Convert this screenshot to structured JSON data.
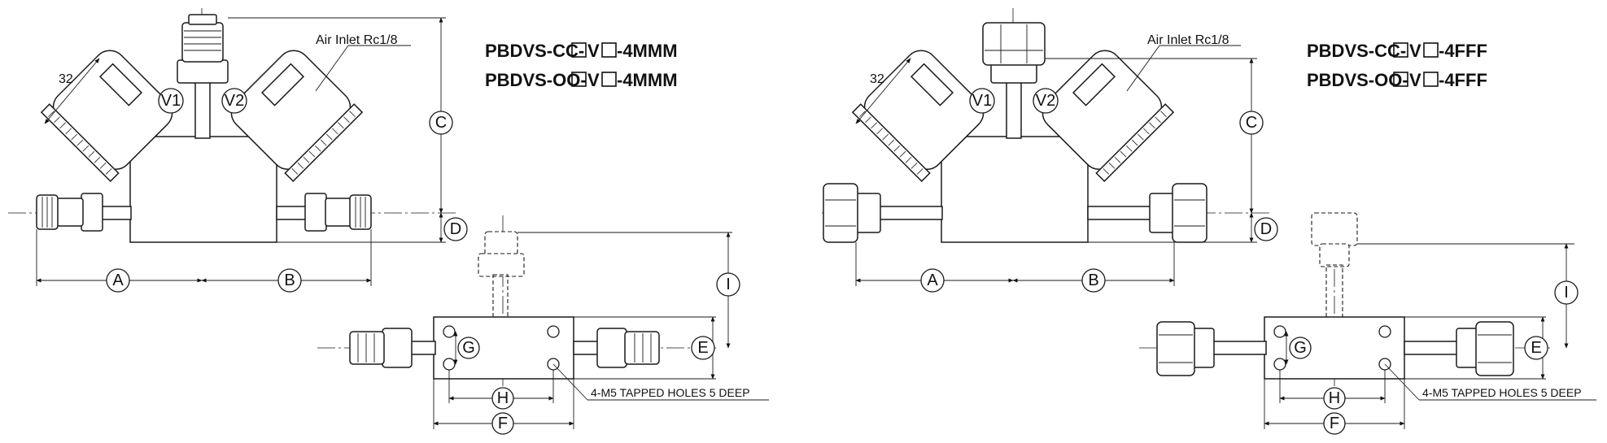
{
  "panels": [
    {
      "id": "mmm",
      "model_lines": [
        {
          "prefix": "PBDVS-CC-",
          "mid": "V",
          "suffix": "-4MMM"
        },
        {
          "prefix": "PBDVS-OO-",
          "mid": "V",
          "suffix": "-4MMM"
        }
      ],
      "air_inlet": "Air Inlet Rc1/8",
      "dim_32": "32",
      "valve_1": "V1",
      "valve_2": "V2",
      "tapped_note": "4-M5 TAPPED HOLES 5 DEEP",
      "dims": {
        "A": "A",
        "B": "B",
        "C": "C",
        "D": "D",
        "E": "E",
        "F": "F",
        "G": "G",
        "H": "H",
        "I": "I"
      }
    },
    {
      "id": "fff",
      "model_lines": [
        {
          "prefix": "PBDVS-CC-",
          "mid": "V",
          "suffix": "-4FFF"
        },
        {
          "prefix": "PBDVS-OO-",
          "mid": "V",
          "suffix": "-4FFF"
        }
      ],
      "air_inlet": "Air Inlet Rc1/8",
      "dim_32": "32",
      "valve_1": "V1",
      "valve_2": "V2",
      "tapped_note": "4-M5 TAPPED HOLES 5 DEEP",
      "dims": {
        "A": "A",
        "B": "B",
        "C": "C",
        "D": "D",
        "E": "E",
        "F": "F",
        "G": "G",
        "H": "H",
        "I": "I"
      }
    }
  ]
}
